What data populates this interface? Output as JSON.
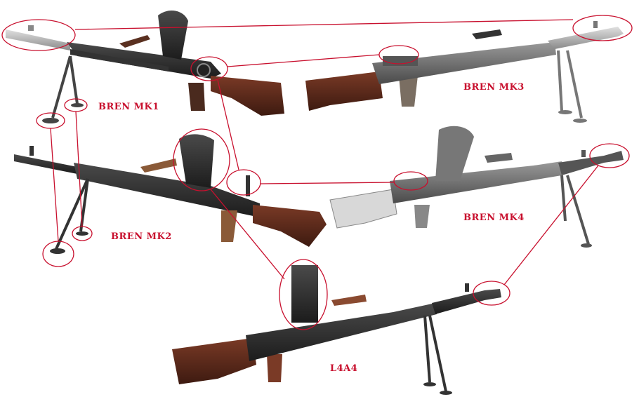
{
  "labels": {
    "mk1": "BREN MK1",
    "mk3": "BREN MK3",
    "mk2": "BREN MK2",
    "mk4": "BREN MK4",
    "l4a4": "L4A4"
  },
  "colors": {
    "annotation_red": "#c8102e",
    "wood": "#5a2a1c",
    "metal_dark": "#2b2b2b",
    "metal_grey": "#6e6e6e",
    "metal_light": "#b9b9b9",
    "background": "#ffffff"
  },
  "icons": [
    "bren-mk1-rifle-image",
    "bren-mk3-rifle-image",
    "bren-mk2-rifle-image",
    "bren-mk4-rifle-image",
    "l4a4-rifle-image"
  ]
}
